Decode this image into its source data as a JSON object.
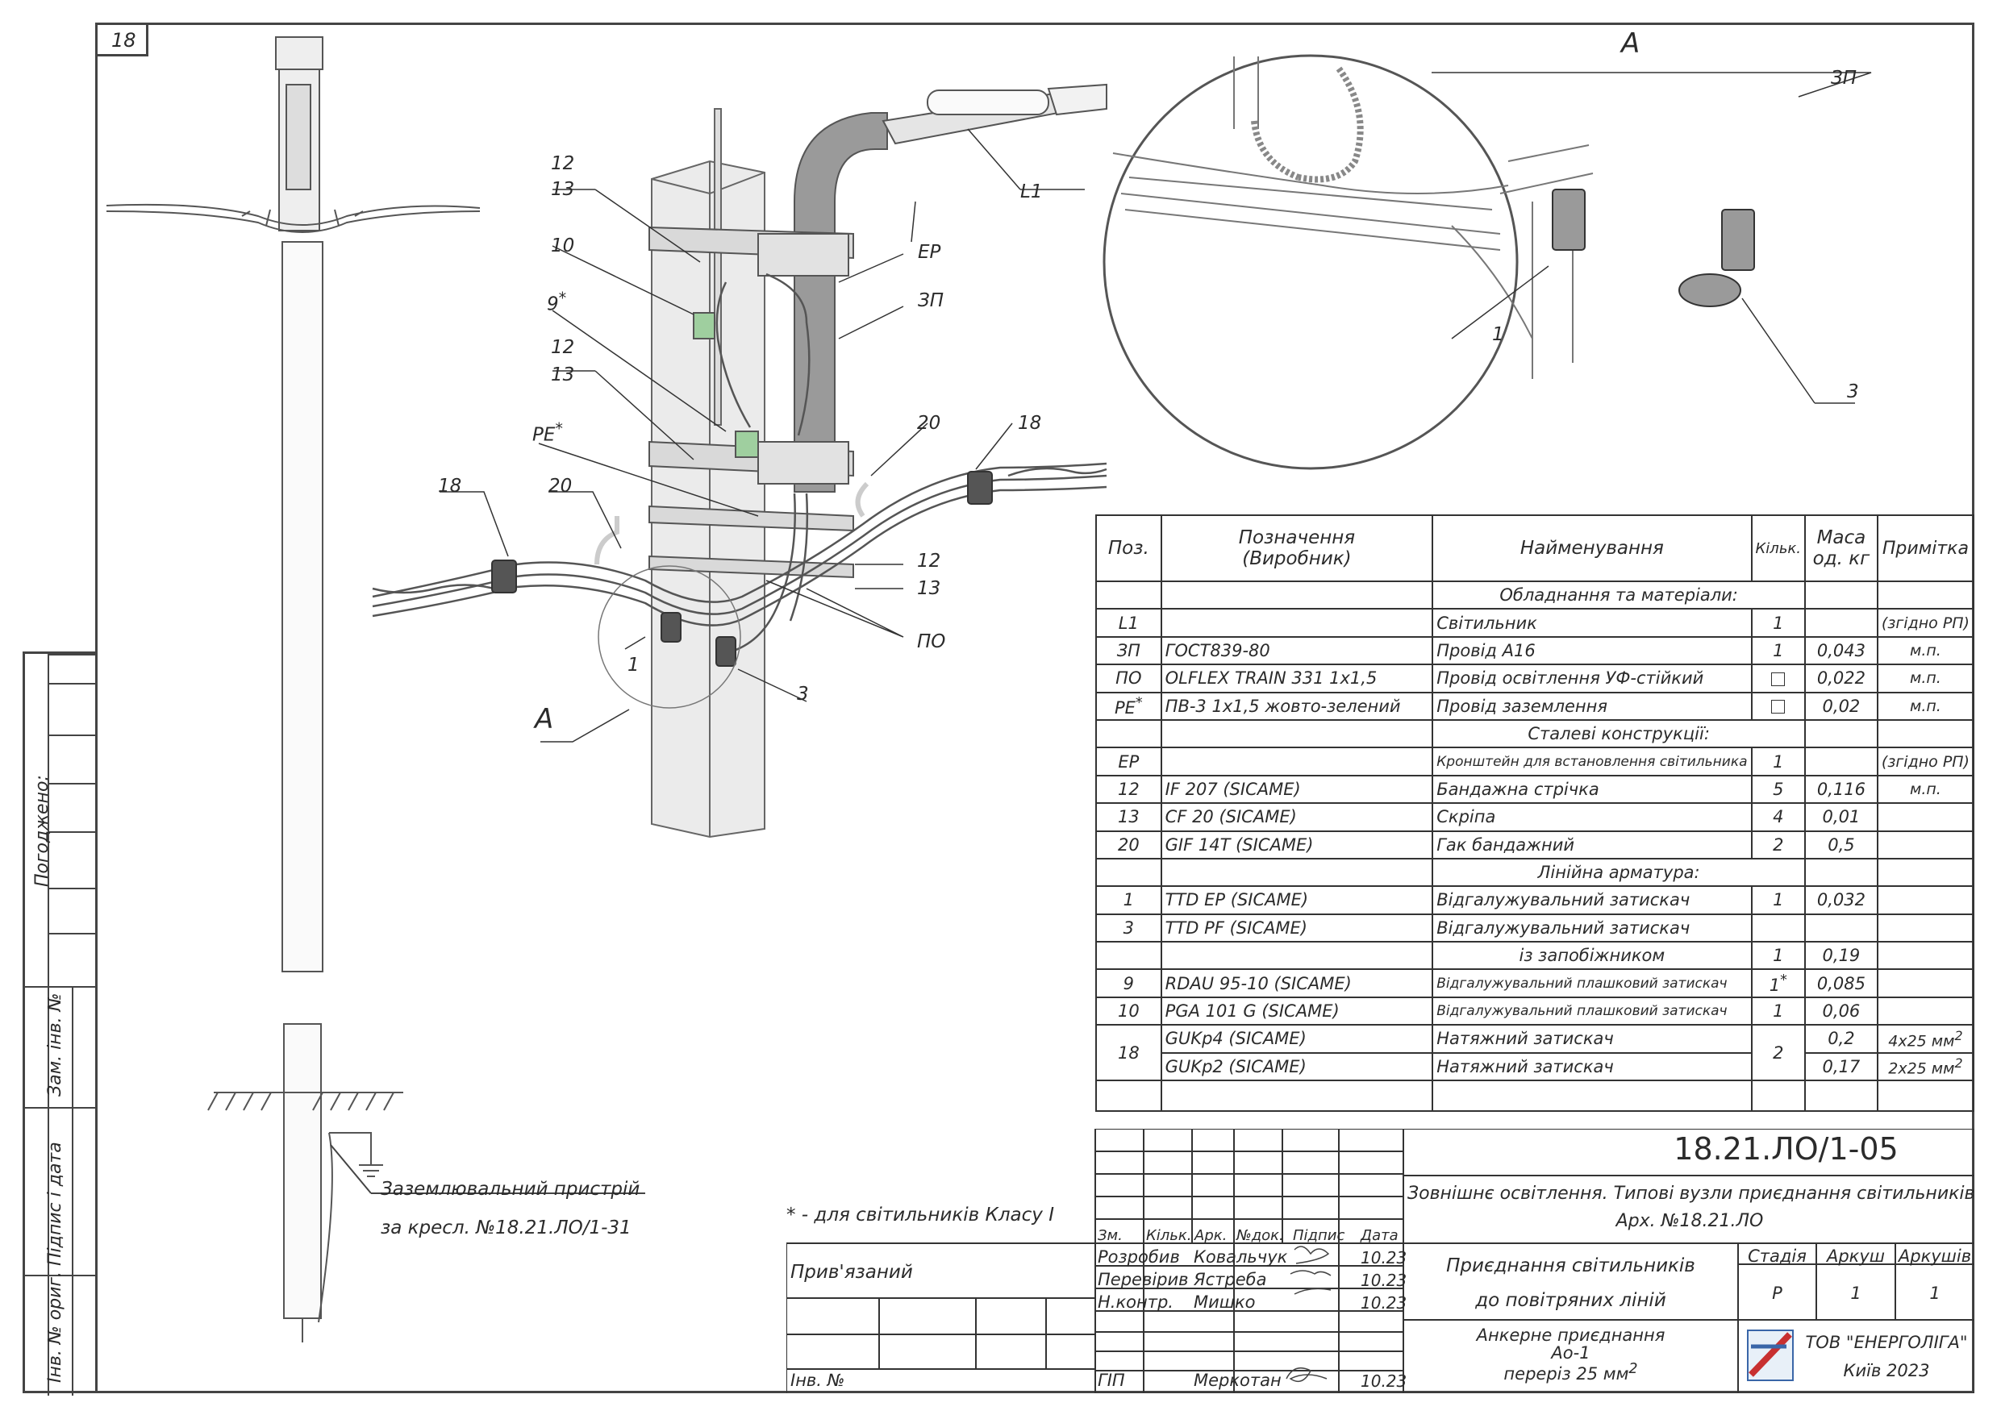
{
  "sheet_number": "18",
  "left_strip": {
    "agreed": "Погоджено:",
    "replace_inv": "Зам. інв. №",
    "signature_date": "Підпис і дата",
    "orig_inv": "Інв. № ориг."
  },
  "view_label": "A",
  "callouts": {
    "l1": "L1",
    "ep": "EP",
    "zp": "ЗП",
    "po": "ПО",
    "pe": "PE",
    "p12": "12",
    "p13": "13",
    "p10": "10",
    "p9": "9",
    "p20": "20",
    "p18": "18",
    "p1": "1",
    "p3": "3",
    "star": "*"
  },
  "grounding_note": {
    "line1": "Заземлювальний пристрій",
    "line2": "за кресл. №18.21.ЛО/1-31"
  },
  "footnote": "* - для світильників Класу I",
  "spec_table": {
    "headers": [
      "Поз.",
      "Позначення (Виробник)",
      "Найменування",
      "Кільк.",
      "Маса од. кг",
      "Примітка"
    ],
    "header_designation_1": "Позначення",
    "header_designation_2": "(Виробник)",
    "header_mass_1": "Маса",
    "header_mass_2": "од. кг",
    "section_equipment": "Обладнання та матеріали:",
    "section_steel": "Сталеві конструкції:",
    "section_line": "Лінійна арматура:",
    "rows": [
      {
        "pos": "L1",
        "designation": "",
        "name": "Світильник",
        "qty": "1",
        "mass": "",
        "note": "(згідно РП)"
      },
      {
        "pos": "ЗП",
        "designation": "ГОСТ839-80",
        "name": "Провід А16",
        "qty": "1",
        "mass": "0,043",
        "note": "м.п."
      },
      {
        "pos": "ПО",
        "designation": "OLFLEX TRAIN 331 1x1,5",
        "name": "Провід освітлення УФ-стійкий",
        "qty": "",
        "mass": "0,022",
        "note": "м.п."
      },
      {
        "pos": "PE",
        "pos_sup": "*",
        "designation": "ПВ-3 1х1,5 жовто-зелений",
        "name": "Провід заземлення",
        "qty": "",
        "mass": "0,02",
        "note": "м.п."
      },
      {
        "pos": "EP",
        "designation": "",
        "name": "Кронштейн для встановлення світильника",
        "qty": "1",
        "mass": "",
        "note": "(згідно РП)"
      },
      {
        "pos": "12",
        "designation": "IF 207   (SICAME)",
        "name": "Бандажна стрічка",
        "qty": "5",
        "mass": "0,116",
        "note": "м.п."
      },
      {
        "pos": "13",
        "designation": "CF 20   (SICAME)",
        "name": "Скріпа",
        "qty": "4",
        "mass": "0,01",
        "note": ""
      },
      {
        "pos": "20",
        "designation": "GIF 14T   (SICAME)",
        "name": "Гак бандажний",
        "qty": "2",
        "mass": "0,5",
        "note": ""
      },
      {
        "pos": "1",
        "designation": "TTD EP   (SICAME)",
        "name": "Відгалужувальний затискач",
        "qty": "1",
        "mass": "0,032",
        "note": ""
      },
      {
        "pos": "3",
        "designation": "TTD PF   (SICAME)",
        "name": "Відгалужувальний затискач",
        "qty": "",
        "mass": "",
        "note": ""
      },
      {
        "pos": "",
        "designation": "",
        "name": "із запобіжником",
        "qty": "1",
        "mass": "0,19",
        "note": ""
      },
      {
        "pos": "9",
        "designation": "RDAU 95-10   (SICAME)",
        "name": "Відгалужувальний плашковий затискач",
        "qty": "1",
        "qty_sup": "*",
        "mass": "0,085",
        "note": ""
      },
      {
        "pos": "10",
        "designation": "PGA 101 G   (SICAME)",
        "name": "Відгалужувальний плашковий затискач",
        "qty": "1",
        "mass": "0,06",
        "note": ""
      },
      {
        "pos": "18",
        "designation": "GUKp4   (SICAME)",
        "name": "Натяжний затискач",
        "qty": "2",
        "mass": "0,2",
        "note": "4x25 мм"
      },
      {
        "pos": "",
        "designation": "GUKp2   (SICAME)",
        "name": "Натяжний затискач",
        "qty": "",
        "mass": "0,17",
        "note": "2x25 мм"
      }
    ]
  },
  "title_block": {
    "doc_code": "18.21.ЛО/1-05",
    "project_title": "Зовнішнє освітлення. Типові вузли приєднання світильників",
    "archive": "Арх. №18.21.ЛО",
    "col_headers": [
      "Зм.",
      "Кільк.",
      "Арк.",
      "№док.",
      "Підпис",
      "Дата"
    ],
    "roles": [
      {
        "role": "Розробив",
        "name": "Ковальчук",
        "date": "10.23"
      },
      {
        "role": "Перевірив",
        "name": "Ястреба",
        "date": "10.23"
      },
      {
        "role": "Н.контр.",
        "name": "Мишко",
        "date": "10.23"
      },
      {
        "role": "ГІП",
        "name": "Меркотан",
        "date": "10.23"
      }
    ],
    "drawing_name_1": "Приєднання світильників",
    "drawing_name_2": "до повітряних ліній",
    "stage_label": "Стадія",
    "sheet_label": "Аркуш",
    "sheets_label": "Аркушів",
    "stage": "Р",
    "sheet": "1",
    "sheets": "1",
    "subtitle_1": "Анкерне приєднання",
    "subtitle_2": "Ао-1",
    "subtitle_3": "переріз 25 мм",
    "company": "ТОВ \"ЕНЕРГОЛІГА\"",
    "city_year": "Київ 2023",
    "bound": "Прив'язаний",
    "inv_no": "Інв. №",
    "sup2": "2"
  }
}
